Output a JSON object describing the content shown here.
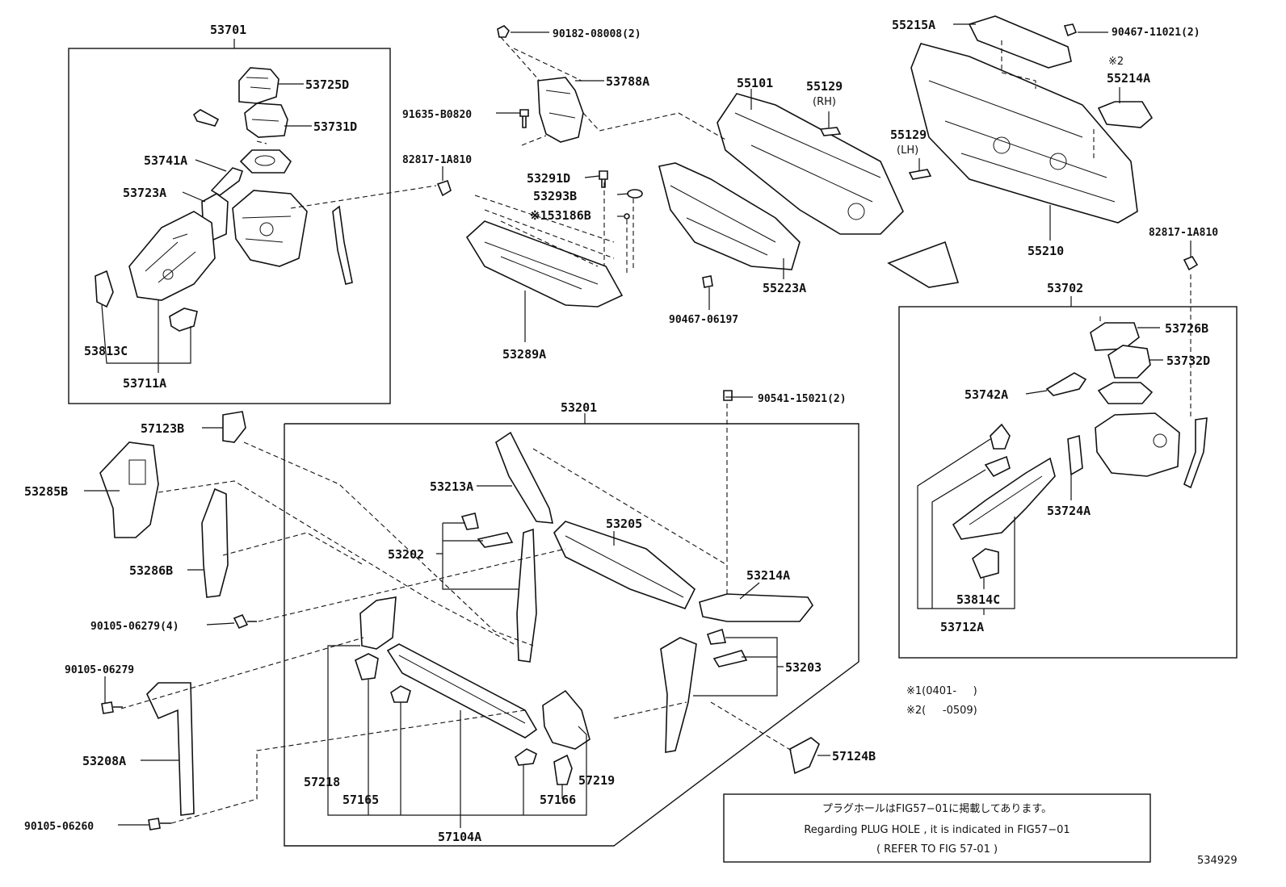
{
  "labels": {
    "p53701": "53701",
    "p53725D": "53725D",
    "p53731D": "53731D",
    "p53741A": "53741A",
    "p53723A": "53723A",
    "p53813C": "53813C",
    "p53711A": "53711A",
    "p90182": "90182-08008(2)",
    "p53788A": "53788A",
    "p91635": "91635-B0820",
    "p82817a": "82817-1A810",
    "p53291D": "53291D",
    "p53293B": "53293B",
    "p53186B": "※153186B",
    "p53289A": "53289A",
    "p55101": "55101",
    "p55129rh": "55129",
    "rh": "(RH)",
    "p55129lh": "55129",
    "lh": "(LH)",
    "p55223A": "55223A",
    "p90467_06197": "90467-06197",
    "p55215A": "55215A",
    "p90467_11021": "90467-11021(2)",
    "mark2": "※2",
    "p55214A": "55214A",
    "p55210": "55210",
    "p82817b": "82817-1A810",
    "p53702": "53702",
    "p53726B": "53726B",
    "p53732D": "53732D",
    "p53742A": "53742A",
    "p53724A": "53724A",
    "p53814C": "53814C",
    "p53712A": "53712A",
    "p53201": "53201",
    "p90541": "90541-15021(2)",
    "p57123B": "57123B",
    "p53285B": "53285B",
    "p53286B": "53286B",
    "p53213A": "53213A",
    "p53205": "53205",
    "p53202": "53202",
    "p53214A": "53214A",
    "p90105_4": "90105-06279(4)",
    "p90105": "90105-06279",
    "p53208A": "53208A",
    "p90105_06260": "90105-06260",
    "p53203": "53203",
    "p57124B": "57124B",
    "p57218": "57218",
    "p57165": "57165",
    "p57104A": "57104A",
    "p57166": "57166",
    "p57219": "57219",
    "note1": "※1(0401-     )",
    "note2": "※2(     -0509)",
    "fig": "534929"
  },
  "plug_note": {
    "jp": "プラグホールはFIG57−01に掲載してあります。",
    "en": "Regarding PLUG HOLE , it is indicated in FIG57−01",
    "ref": "( REFER TO FIG 57-01 )"
  }
}
